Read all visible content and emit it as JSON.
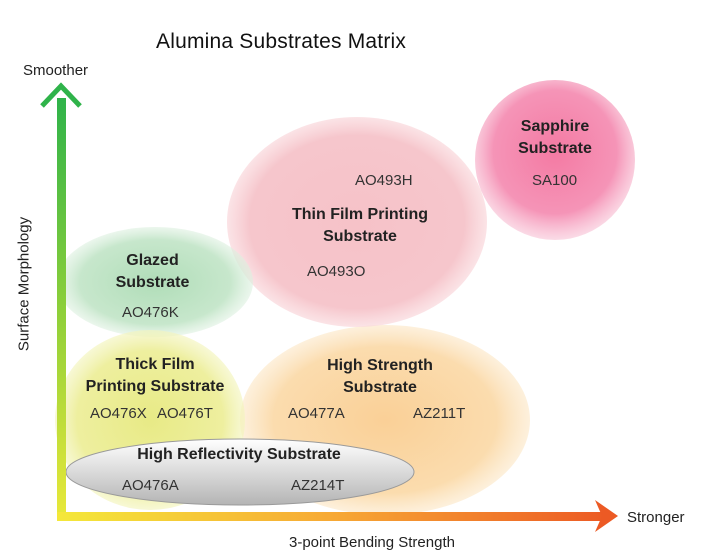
{
  "title": "Alumina Substrates Matrix",
  "axes": {
    "y_top_label": "Smoother",
    "y_axis_label": "Surface Morphology",
    "x_end_label": "Stronger",
    "x_axis_label": "3-point Bending Strength"
  },
  "regions": {
    "sapphire": {
      "name_line1": "Sapphire",
      "name_line2": "Substrate",
      "codes": [
        "SA100"
      ],
      "color": "#f07fa4"
    },
    "thin_film": {
      "name_line1": "Thin Film Printing",
      "name_line2": "Substrate",
      "codes": [
        "AO493H",
        "AO493O"
      ],
      "color": "#f5b6bf"
    },
    "glazed": {
      "name_line1": "Glazed",
      "name_line2": "Substrate",
      "codes": [
        "AO476K"
      ],
      "color": "#a8d9b0"
    },
    "thick_film": {
      "name_line1": "Thick Film",
      "name_line2": "Printing Substrate",
      "codes": [
        "AO476X",
        "AO476T"
      ],
      "color": "#e9eb8a"
    },
    "high_strength": {
      "name_line1": "High Strength",
      "name_line2": "Substrate",
      "codes": [
        "AO477A",
        "AZ211T"
      ],
      "color": "#f9d49a"
    },
    "high_reflectivity": {
      "name": "High Reflectivity Substrate",
      "codes": [
        "AO476A",
        "AZ214T"
      ],
      "color": "#c8c8c8"
    }
  }
}
